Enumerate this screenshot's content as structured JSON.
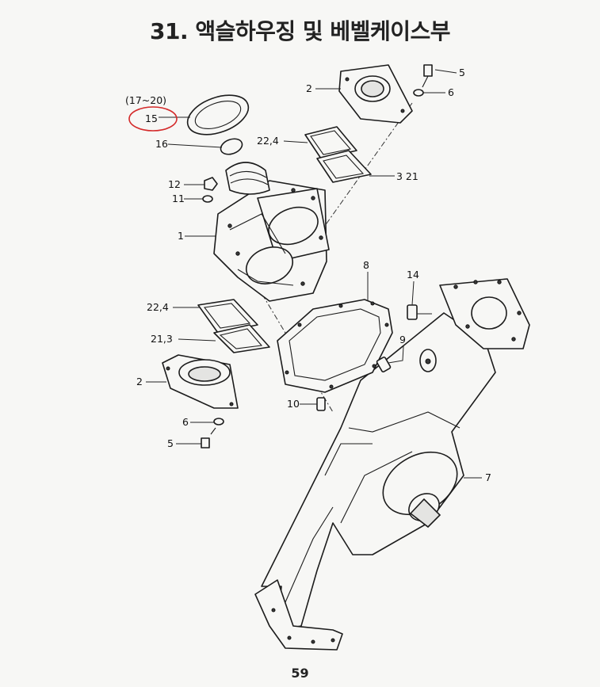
{
  "header": {
    "title": "31. 액슬하우징 및 베벨케이스부"
  },
  "footer": {
    "page_number": "59"
  },
  "callouts": {
    "c_5_top": "5",
    "c_6_top": "6",
    "c_2_top": "2",
    "c_range": "(17~20)",
    "c_15": "15",
    "c_16": "16",
    "c_22_4_top": "22,4",
    "c_3_21": "3  21",
    "c_12": "12",
    "c_11": "11",
    "c_1": "1",
    "c_8": "8",
    "c_14": "14",
    "c_22_4_bottom": "22,4",
    "c_21_3": "21,3",
    "c_9": "9",
    "c_2_bottom": "2",
    "c_10": "10",
    "c_6_bottom": "6",
    "c_5_bottom": "5",
    "c_7": "7"
  },
  "highlight": {
    "color": "#d42a2a"
  }
}
